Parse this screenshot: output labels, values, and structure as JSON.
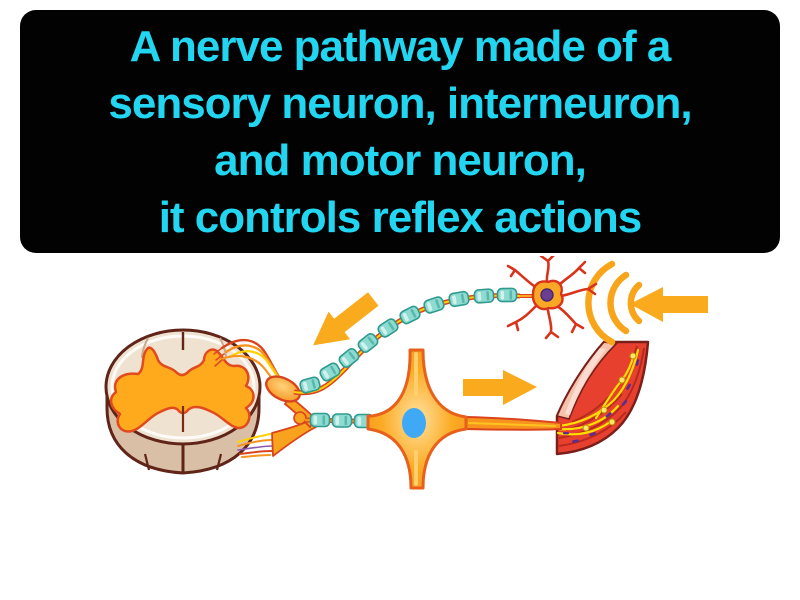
{
  "definition": {
    "lines": [
      "A nerve pathway made of a",
      "sensory neuron, interneuron,",
      "and motor neuron,",
      "it controls reflex actions"
    ]
  },
  "colors": {
    "card-bg": "#020202",
    "definition-text": "#22d6f2",
    "arrow-orange": "#f9ab1d",
    "axon-orange": "#f7941d",
    "axon-core-yellow": "#ffd100",
    "axon-outline": "#d9441f",
    "myelin-teal": "#8edbd2",
    "myelin-teal-dark": "#2f9a8e",
    "cord-cream": "#f0e2d0",
    "cord-side-tan": "#d9bfa6",
    "cord-outline": "#602418",
    "gray-matter-orange": "#ffa91c",
    "gray-matter-outline": "#e04a1e",
    "soma-orange": "#f9a826",
    "nucleus-blue": "#3fa9f5",
    "dendrite-red": "#d8341c",
    "sensory-nucleus-purple": "#6a3e93",
    "muscle-red": "#e8402e",
    "muscle-stripe-red": "#b52a1c",
    "muscle-outline": "#7a1f1b",
    "skin-pink": "#f6c2ac",
    "skin-pink-light": "#fbdcd0",
    "nerve-yellow": "#ffdf00",
    "muscle-nuclei-purple": "#5b2d8e"
  },
  "illustration": {
    "icons": [
      "spinal-cord-cross-section",
      "dorsal-root-ganglion",
      "sensory-neuron",
      "myelinated-axon",
      "motor-neuron",
      "muscle-effector",
      "stimulus-waves",
      "stimulus-arrow",
      "afferent-arrow",
      "efferent-arrow"
    ]
  }
}
